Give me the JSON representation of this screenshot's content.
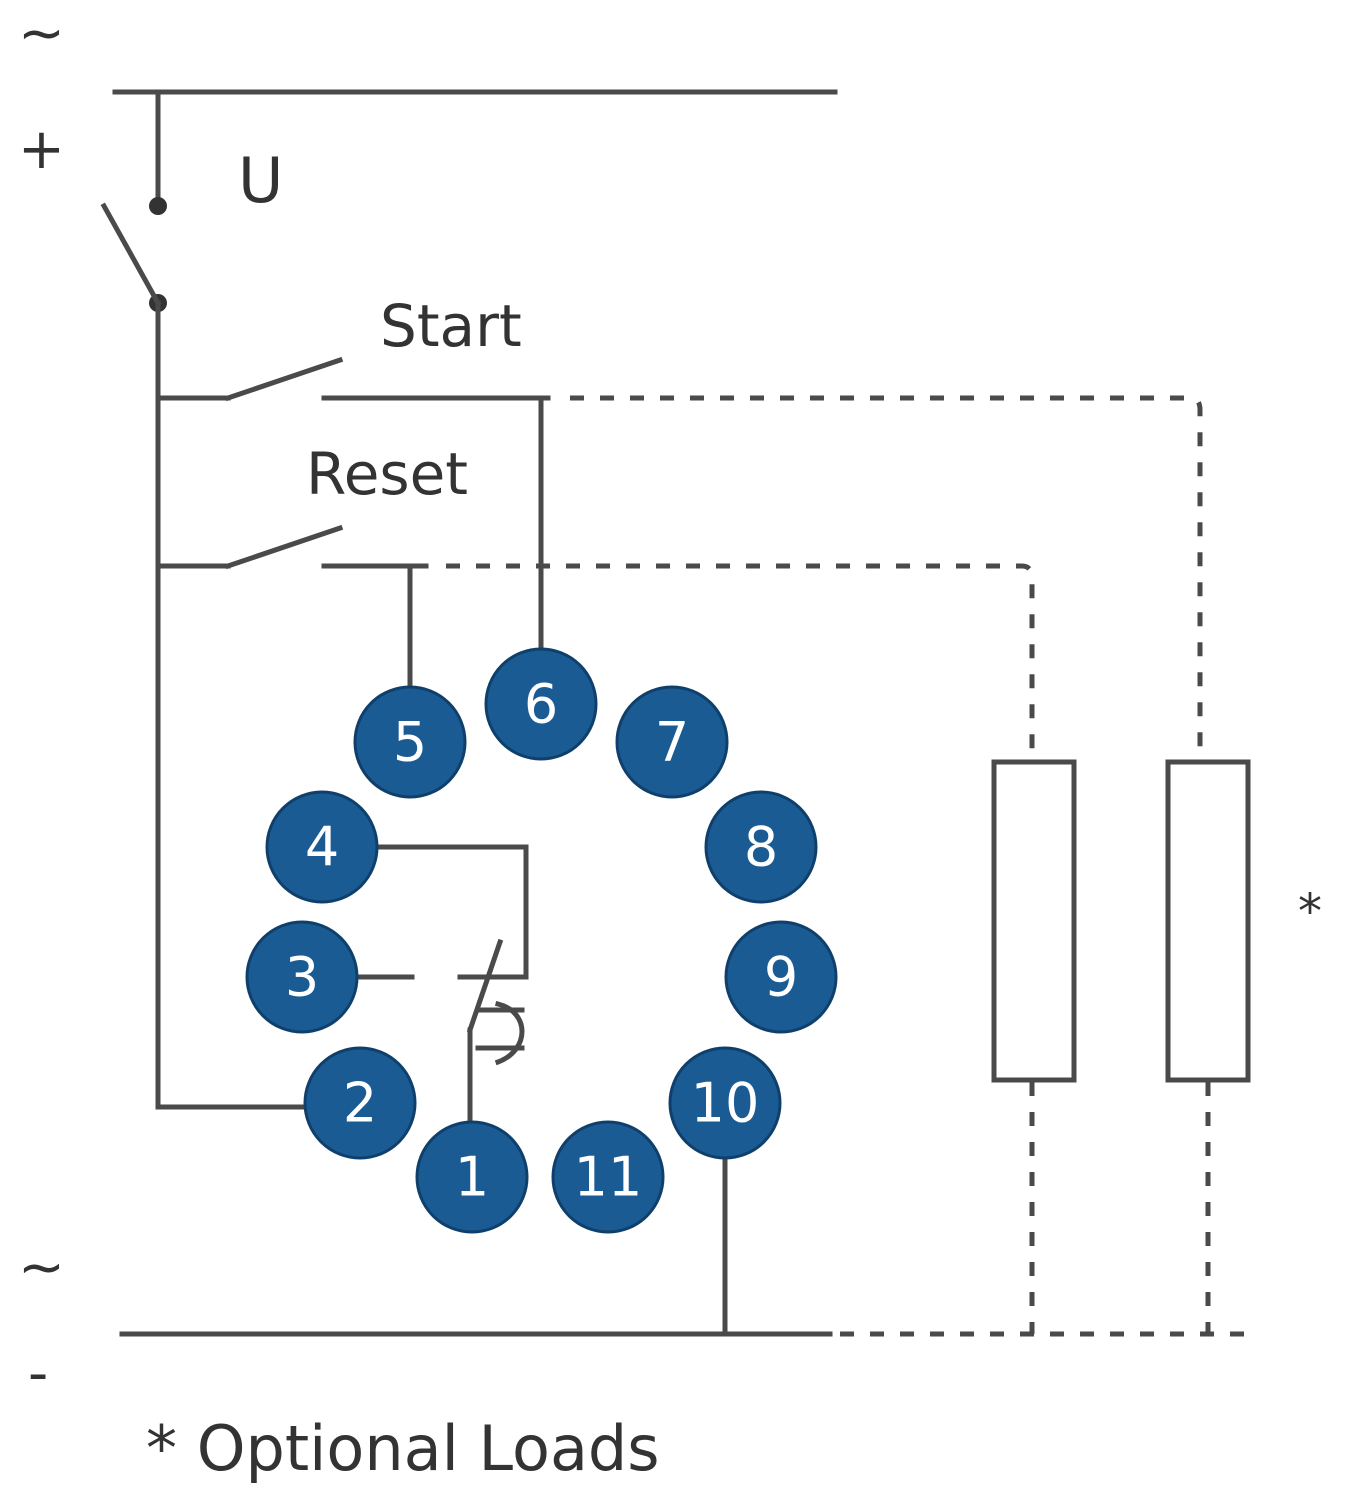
{
  "labels": {
    "top_ac": "~",
    "top_plus": "+",
    "supply": "U",
    "start": "Start",
    "reset": "Reset",
    "bottom_ac": "~",
    "bottom_minus": "-",
    "optional_marker": "*",
    "footnote": "* Optional Loads"
  },
  "pins": [
    "1",
    "2",
    "3",
    "4",
    "5",
    "6",
    "7",
    "8",
    "9",
    "10",
    "11"
  ],
  "colors": {
    "pin_fill": "#1b5b93",
    "pin_ring": "#0f3f6b",
    "wire": "#4a4a4a"
  }
}
